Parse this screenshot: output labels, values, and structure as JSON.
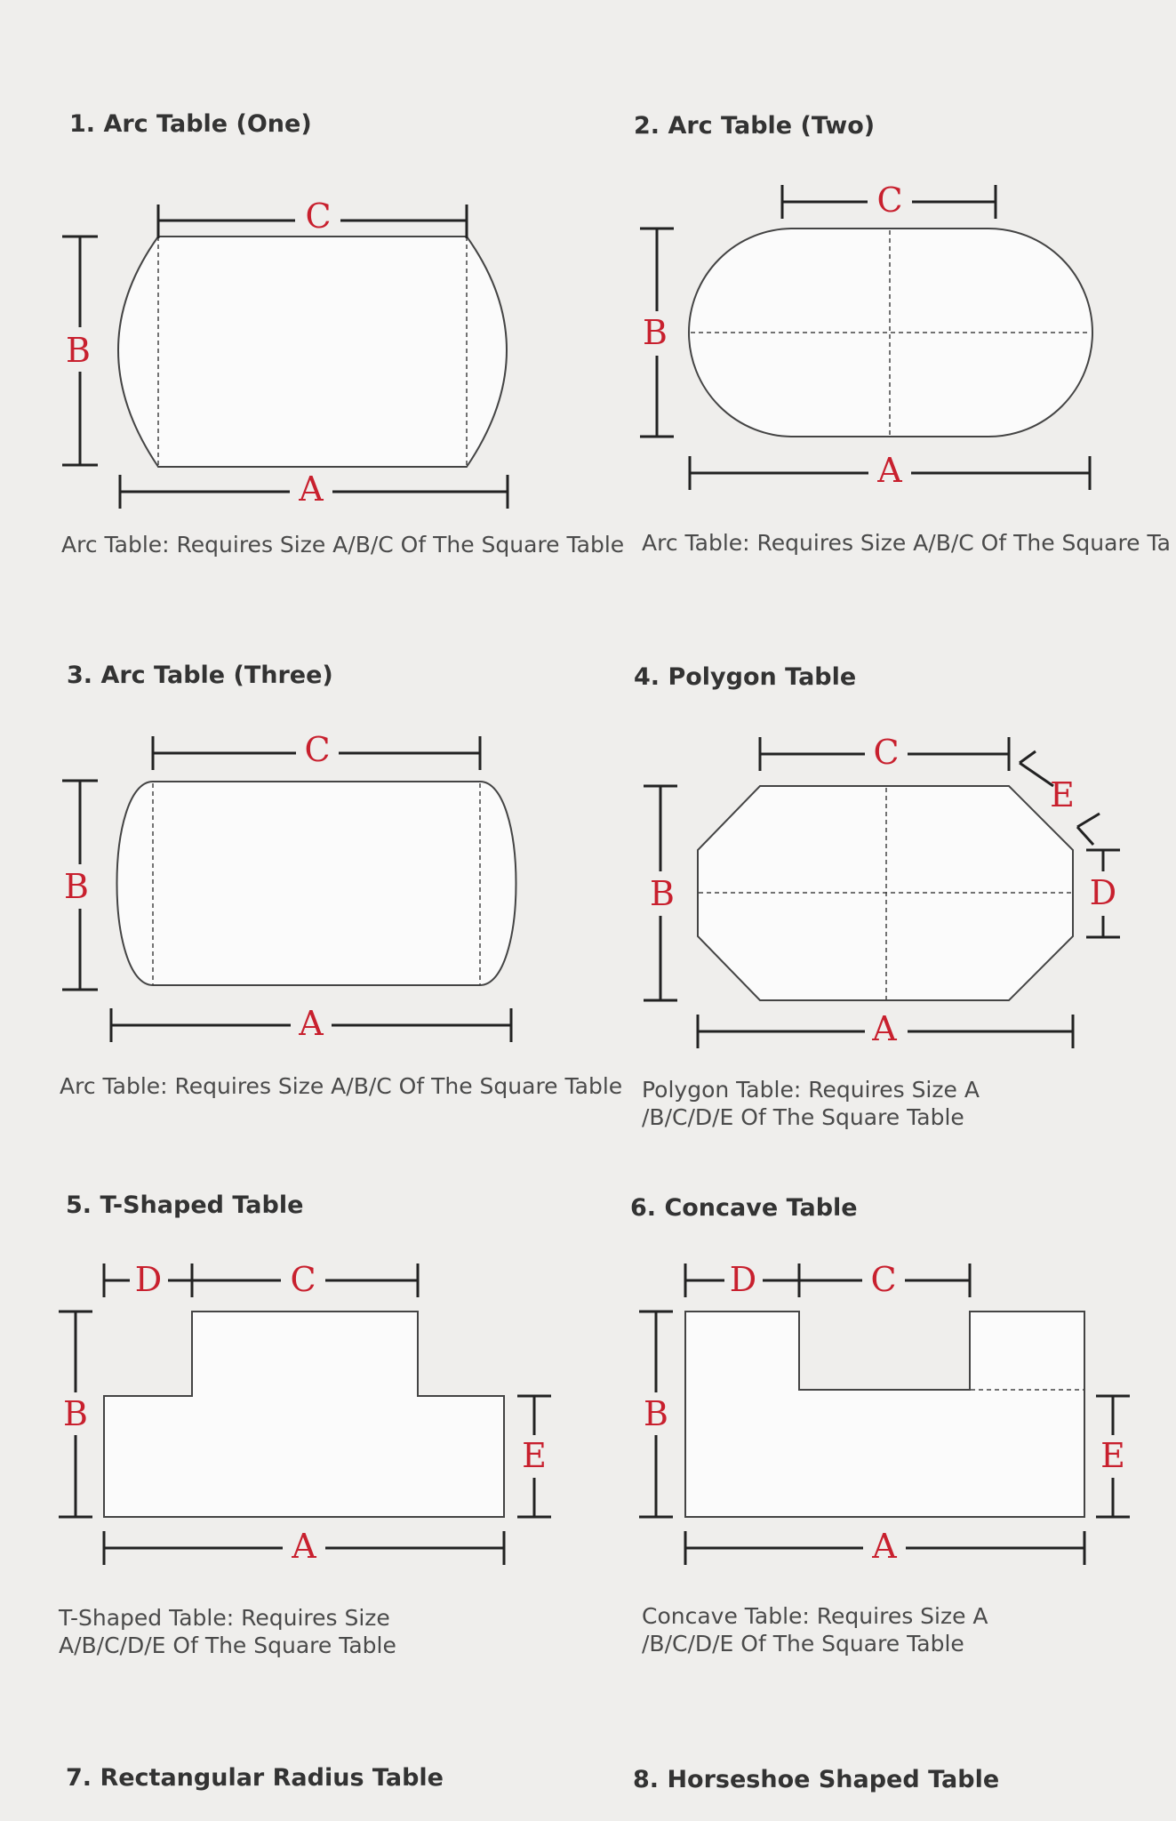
{
  "panels": [
    {
      "title": "1. Arc Table (One)",
      "caption": "Arc Table: Requires Size A/B/C Of The Square Table",
      "labels": [
        "C",
        "B",
        "A"
      ]
    },
    {
      "title": "2. Arc Table (Two)",
      "caption": "Arc Table: Requires Size A/B/C Of The Square Ta",
      "labels": [
        "C",
        "B",
        "A"
      ]
    },
    {
      "title": "3. Arc Table (Three)",
      "caption": "Arc Table: Requires Size A/B/C Of The Square Table",
      "labels": [
        "C",
        "B",
        "A"
      ]
    },
    {
      "title": "4. Polygon Table",
      "caption_lines": [
        "Polygon Table: Requires Size A",
        "/B/C/D/E Of The Square Table"
      ],
      "labels": [
        "C",
        "E",
        "B",
        "D",
        "A"
      ]
    },
    {
      "title": "5. T-Shaped Table",
      "caption_lines": [
        "T-Shaped Table: Requires Size",
        "A/B/C/D/E Of The Square Table"
      ],
      "labels": [
        "D",
        "C",
        "B",
        "E",
        "A"
      ]
    },
    {
      "title": "6. Concave Table",
      "caption_lines": [
        "Concave Table: Requires Size A",
        "/B/C/D/E Of The Square Table"
      ],
      "labels": [
        "D",
        "C",
        "B",
        "E",
        "A"
      ]
    },
    {
      "title": "7. Rectangular Radius Table"
    },
    {
      "title": "8. Horseshoe Shaped Table"
    }
  ]
}
